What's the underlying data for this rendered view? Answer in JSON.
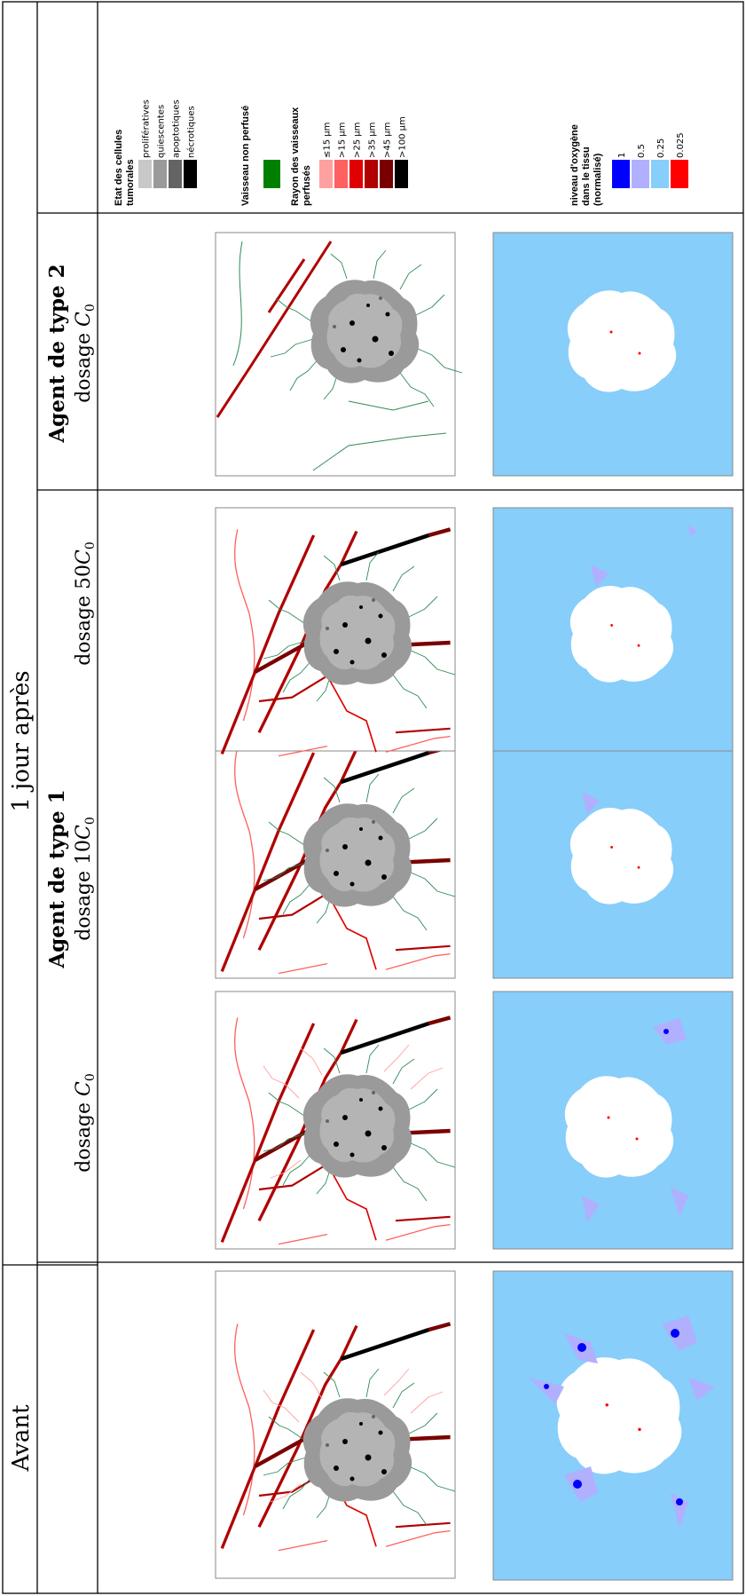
{
  "table": {
    "col_before": "Avant",
    "col_after": "1 jour après",
    "agent1": "Agent de type 1",
    "agent2": "Agent de type 2",
    "dosages": [
      {
        "prefix": "dosage ",
        "value": "C",
        "sub": "0"
      },
      {
        "prefix": "dosage 10",
        "value": "C",
        "sub": "0"
      },
      {
        "prefix": "dosage 50",
        "value": "C",
        "sub": "0"
      },
      {
        "prefix": "dosage ",
        "value": "C",
        "sub": "0"
      }
    ]
  },
  "legend_cells": {
    "title": "Etat des cellules tumorales",
    "title_line1": "Etat des cellules",
    "title_line2": "tumorales",
    "items": [
      {
        "label": "prolifératives",
        "color": "#c8c8c8"
      },
      {
        "label": "quiescentes",
        "color": "#9a9a9a"
      },
      {
        "label": "apoptotiques",
        "color": "#646464"
      },
      {
        "label": "nécrotiques",
        "color": "#000000"
      }
    ]
  },
  "legend_vessel": {
    "label": "Vaisseau non perfusé",
    "color": "#008000"
  },
  "legend_radius": {
    "title_line1": "Rayon des vaisseaux",
    "title_line2": "perfusés",
    "items": [
      {
        "label": "≤15 μm",
        "color": "#ffa0a0"
      },
      {
        "label": ">15 μm",
        "color": "#ff6060"
      },
      {
        "label": ">25 μm",
        "color": "#e00000"
      },
      {
        "label": ">35 μm",
        "color": "#b00000"
      },
      {
        "label": ">45 μm",
        "color": "#7a0000"
      },
      {
        "label": ">100 μm",
        "color": "#000000"
      }
    ]
  },
  "legend_oxygen": {
    "title_line1": "niveau d'oxygène",
    "title_line2": "dans le tissu",
    "title_line3": "(normalisé)",
    "items": [
      {
        "label": "1",
        "color": "#0000ff"
      },
      {
        "label": "0.5",
        "color": "#b0b0ff"
      },
      {
        "label": "0.25",
        "color": "#87cefa"
      },
      {
        "label": "0.025",
        "color": "#ff0000"
      }
    ]
  }
}
